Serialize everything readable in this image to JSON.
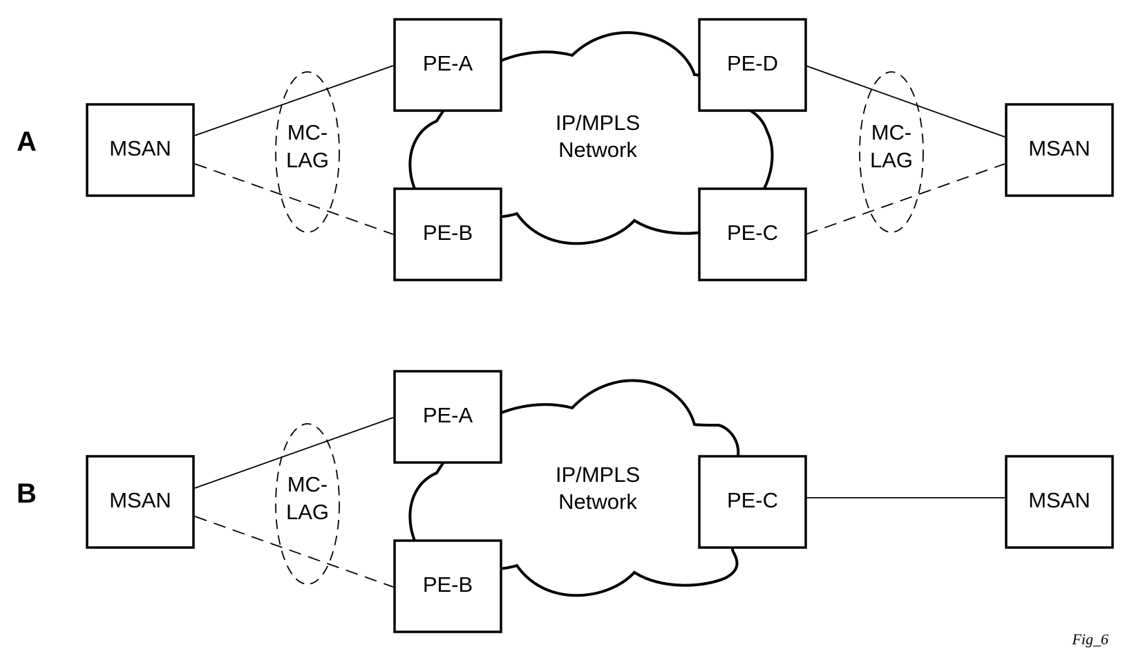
{
  "figure_label": "Fig_6",
  "diagrams": [
    {
      "section_label": "A",
      "cloud_label": [
        "IP/MPLS",
        "Network"
      ],
      "lag_labels": [
        [
          "MC-",
          "LAG"
        ],
        [
          "MC-",
          "LAG"
        ]
      ],
      "nodes": {
        "msan_left": "MSAN",
        "pe_a": "PE-A",
        "pe_b": "PE-B",
        "pe_c": "PE-C",
        "pe_d": "PE-D",
        "msan_right": "MSAN"
      },
      "links": [
        {
          "from": "msan_left",
          "to": "pe_a",
          "style": "solid"
        },
        {
          "from": "msan_left",
          "to": "pe_b",
          "style": "dashed"
        },
        {
          "from": "pe_d",
          "to": "msan_right",
          "style": "solid"
        },
        {
          "from": "pe_c",
          "to": "msan_right",
          "style": "dashed"
        }
      ]
    },
    {
      "section_label": "B",
      "cloud_label": [
        "IP/MPLS",
        "Network"
      ],
      "lag_labels": [
        [
          "MC-",
          "LAG"
        ]
      ],
      "nodes": {
        "msan_left": "MSAN",
        "pe_a": "PE-A",
        "pe_b": "PE-B",
        "pe_c": "PE-C",
        "msan_right": "MSAN"
      },
      "links": [
        {
          "from": "msan_left",
          "to": "pe_a",
          "style": "solid"
        },
        {
          "from": "msan_left",
          "to": "pe_b",
          "style": "dashed"
        },
        {
          "from": "pe_c",
          "to": "msan_right",
          "style": "solid"
        }
      ]
    }
  ]
}
